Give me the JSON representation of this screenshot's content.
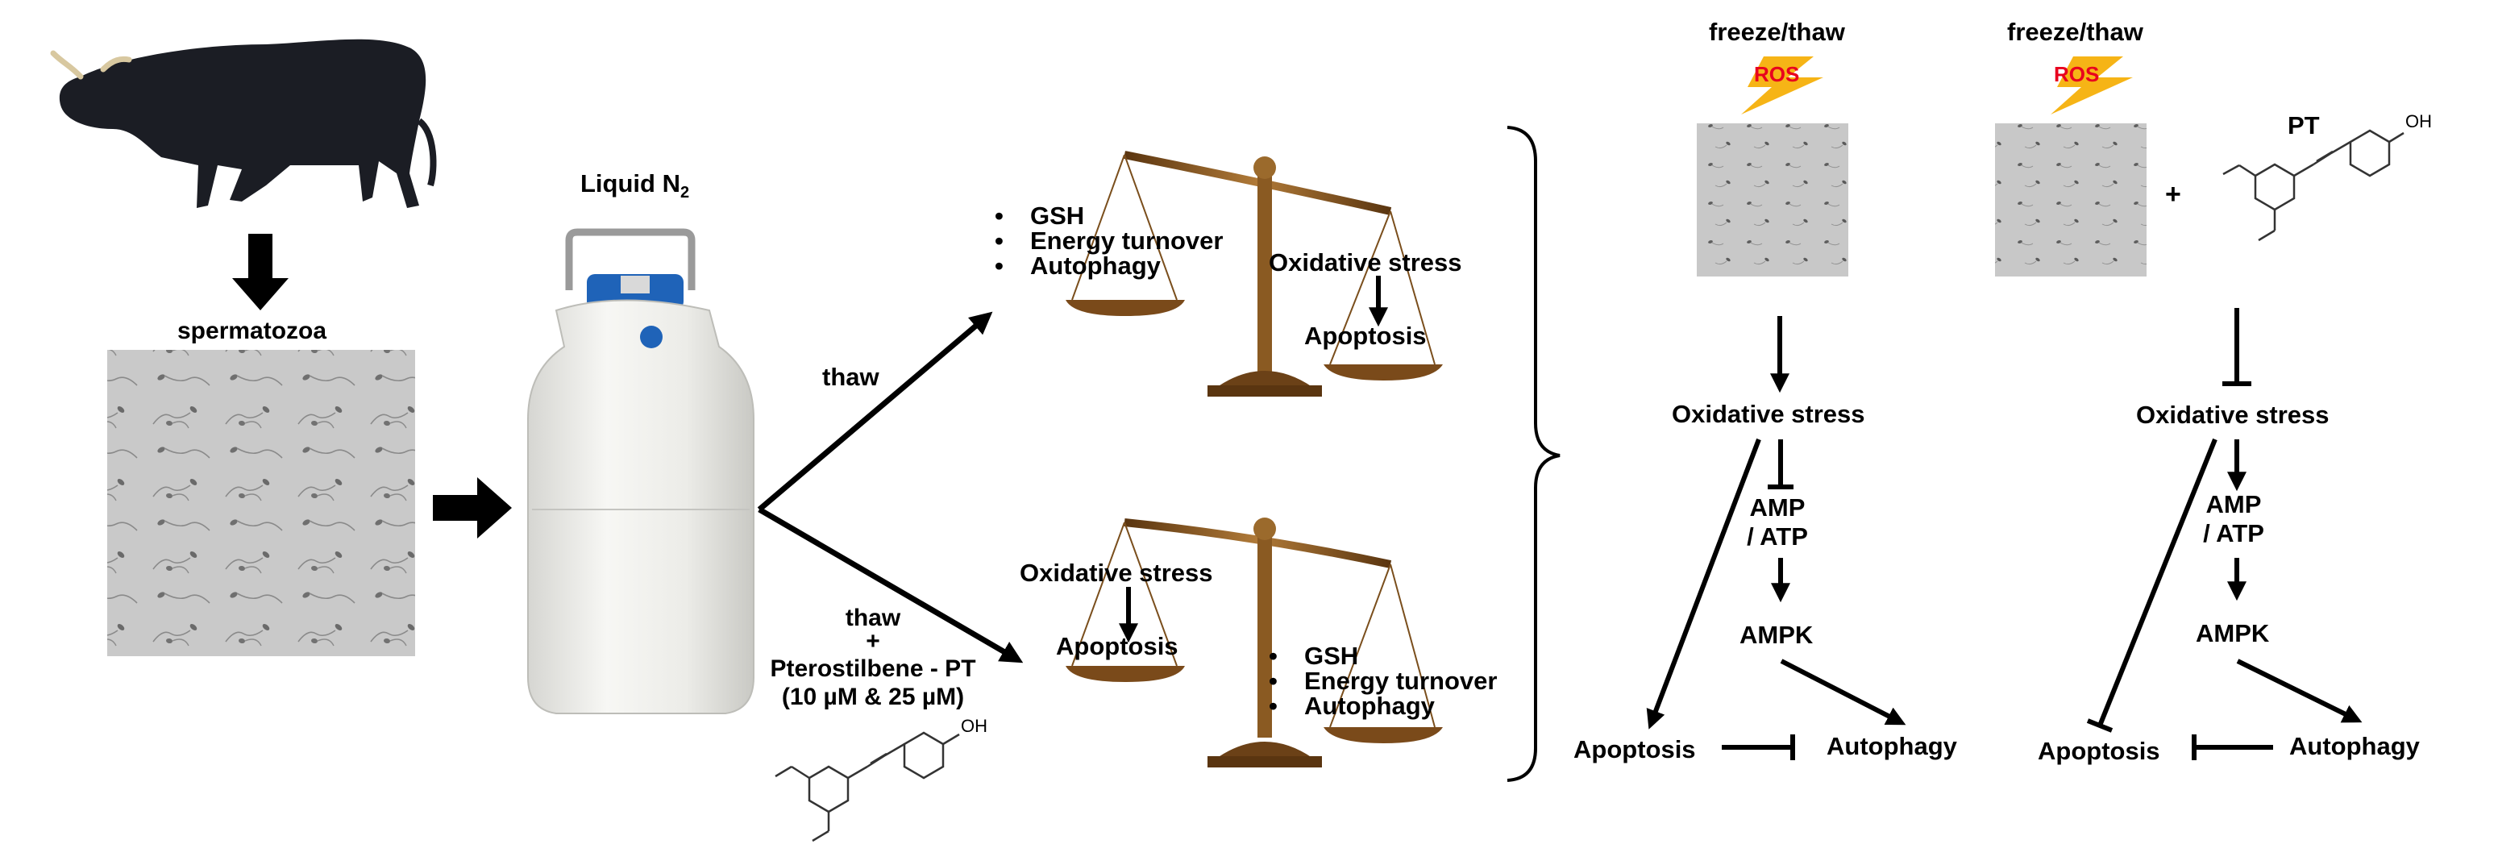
{
  "left": {
    "spermatozoa_label": "spermatozoa",
    "liquid_n2_label": "Liquid N",
    "liquid_n2_sub": "2",
    "thaw_label": "thaw",
    "thaw_pt_lines": [
      "thaw",
      "+",
      "Pterostilbene - PT",
      "(10 µM & 25 µM)"
    ],
    "molecule_oh": "OH"
  },
  "balance_top": {
    "bullets": [
      "GSH",
      "Energy turnover",
      "Autophagy"
    ],
    "stress": "Oxidative stress",
    "outcome": "Apoptosis"
  },
  "balance_bottom": {
    "stress": "Oxidative stress",
    "outcome": "Apoptosis",
    "bullets": [
      "GSH",
      "Energy turnover",
      "Autophagy"
    ]
  },
  "pathway_left": {
    "title": "freeze/thaw",
    "ros": "ROS",
    "oxidative_stress": "Oxidative stress",
    "amp_atp_line1": "AMP",
    "amp_atp_line2": "/ ATP",
    "ampk": "AMPK",
    "apoptosis": "Apoptosis",
    "autophagy": "Autophagy"
  },
  "pathway_right": {
    "title": "freeze/thaw",
    "ros": "ROS",
    "plus": "+",
    "pt": "PT",
    "oh": "OH",
    "oxidative_stress": "Oxidative stress",
    "amp_atp_line1": "AMP",
    "amp_atp_line2": "/ ATP",
    "ampk": "AMPK",
    "apoptosis": "Apoptosis",
    "autophagy": "Autophagy"
  },
  "colors": {
    "arrow": "#000000",
    "ros_text": "#e8001e",
    "lightning": "#f6b416",
    "micrograph": "#c8c8c8",
    "bronze": "#8a5a22",
    "tank_body": "#eeeeea",
    "tank_lid": "#1f63b8",
    "bull": "#1b1d24"
  }
}
